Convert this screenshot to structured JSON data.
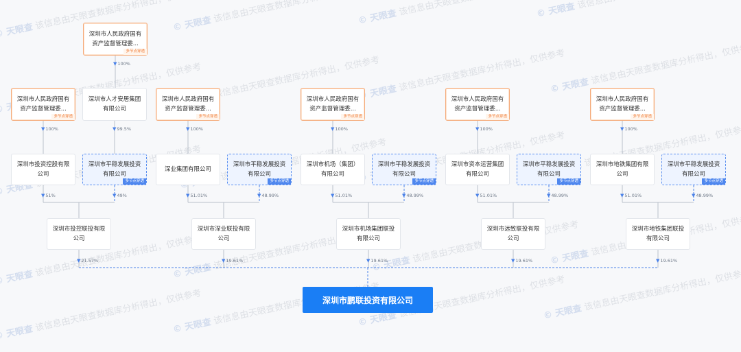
{
  "watermark": {
    "logo": "天眼查",
    "text": "该信息由天眼查数据库分析得出，仅供参考"
  },
  "badges": {
    "multi_node": "多节点穿透"
  },
  "root": {
    "name": "深圳市鹏联投资有限公司"
  },
  "top": {
    "name": "深圳市人民政府国有资产监督管理委...",
    "multi": true,
    "to_talent_pct": "100%"
  },
  "groups": [
    {
      "a": {
        "name": "深圳市人民政府国有资产监督管理委...",
        "type": "gov",
        "multi": true
      },
      "b": {
        "name": "深圳市人才安居集团有限公司",
        "type": "plain",
        "multi": false
      },
      "a_pct": "100%",
      "b_pct": "99.5%",
      "s1": {
        "name": "深圳市投资控股有限公司"
      },
      "s2": {
        "name": "深圳市平稳发展投资有限公司",
        "multi": true
      },
      "s1_pct": "51%",
      "s2_pct": "49%",
      "m": {
        "name": "深圳市投控联投有限公司"
      },
      "m_pct": "21.57%"
    },
    {
      "a": {
        "name": "深圳市人民政府国有资产监督管理委...",
        "type": "gov",
        "multi": true
      },
      "a_pct": "100%",
      "s1": {
        "name": "深业集团有限公司"
      },
      "s2": {
        "name": "深圳市平稳发展投资有限公司",
        "multi": true
      },
      "s1_pct": "51.01%",
      "s2_pct": "48.99%",
      "m": {
        "name": "深圳市深业联投有限公司"
      },
      "m_pct": "19.61%"
    },
    {
      "a": {
        "name": "深圳市人民政府国有资产监督管理委...",
        "type": "gov",
        "multi": true
      },
      "a_pct": "100%",
      "s1": {
        "name": "深圳市机场（集团）有限公司"
      },
      "s2": {
        "name": "深圳市平稳发展投资有限公司",
        "multi": true
      },
      "s1_pct": "51.01%",
      "s2_pct": "48.99%",
      "m": {
        "name": "深圳市机场集团联投有限公司"
      },
      "m_pct": "19.61%"
    },
    {
      "a": {
        "name": "深圳市人民政府国有资产监督管理委...",
        "type": "gov",
        "multi": true
      },
      "a_pct": "100%",
      "s1": {
        "name": "深圳市资本运营集团有限公司"
      },
      "s2": {
        "name": "深圳市平稳发展投资有限公司",
        "multi": true
      },
      "s1_pct": "51.01%",
      "s2_pct": "48.99%",
      "m": {
        "name": "深圳市远致联投有限公司"
      },
      "m_pct": "19.61%"
    },
    {
      "a": {
        "name": "深圳市人民政府国有资产监督管理委...",
        "type": "gov",
        "multi": true
      },
      "a_pct": "100%",
      "s1": {
        "name": "深圳市地铁集团有限公司"
      },
      "s2": {
        "name": "深圳市平稳发展投资有限公司",
        "multi": true
      },
      "s1_pct": "51.01%",
      "s2_pct": "48.99%",
      "m": {
        "name": "深圳市地铁集团联投有限公司"
      },
      "m_pct": "19.61%"
    }
  ],
  "colors": {
    "accent": "#1a7ef5",
    "gov_border": "#f5ab7a",
    "gov_badge": "#f07f3c",
    "selected_border": "#5a8ff0",
    "line": "#b8bfc9",
    "arrow": "#4b82e8"
  }
}
